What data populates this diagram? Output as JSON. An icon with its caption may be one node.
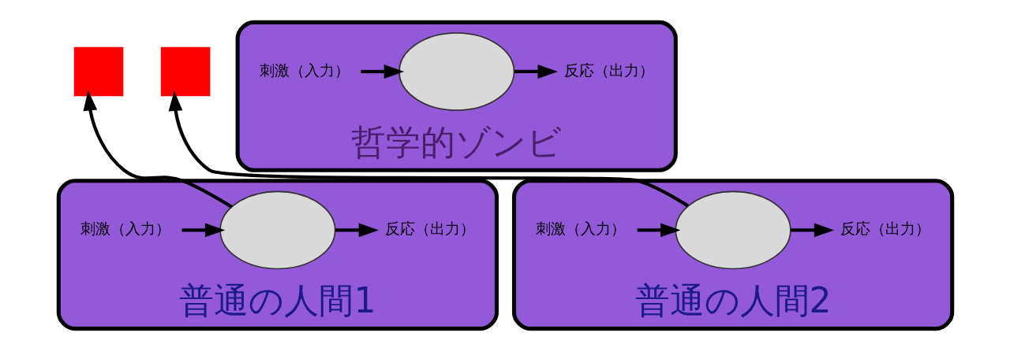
{
  "diagram": {
    "nodes": [
      {
        "text": [
          "普通の人間1"
        ]
      },
      {
        "text": [
          "刺激（入力）"
        ],
        "in": 0
      },
      {
        "text": [],
        "shape": "circle",
        "in": 0
      },
      {
        "text": [
          "反応（出力）"
        ],
        "in": 0
      },
      {
        "text": [],
        "shape": "box"
      },
      {
        "text": [
          "普通の人間2"
        ]
      },
      {
        "text": [
          "刺激（入力）"
        ],
        "in": 5
      },
      {
        "text": [],
        "shape": "circle",
        "in": 5
      },
      {
        "text": [
          "反応（出力）"
        ],
        "in": 5
      },
      {
        "text": [],
        "shape": "box"
      },
      {
        "text": [
          "哲学的ゾンビ"
        ]
      },
      {
        "text": [
          "刺激（入力）"
        ],
        "in": 10
      },
      {
        "text": [],
        "shape": "circle",
        "in": 10
      },
      {
        "text": [
          "反応（出力）"
        ],
        "in": 10
      }
    ],
    "edges": [
      {
        "from": 1,
        "to": 2,
        "arrow": "to"
      },
      {
        "from": 2,
        "to": 3,
        "arrow": "to"
      },
      {
        "from": 2,
        "to": 4,
        "arrow": "to"
      },
      {
        "from": 6,
        "to": 7,
        "arrow": "to"
      },
      {
        "from": 7,
        "to": 8,
        "arrow": "to"
      },
      {
        "from": 7,
        "to": 9,
        "arrow": "to"
      },
      {
        "from": 11,
        "to": 12,
        "arrow": "to"
      },
      {
        "from": 12,
        "to": 13,
        "arrow": "to"
      }
    ]
  }
}
